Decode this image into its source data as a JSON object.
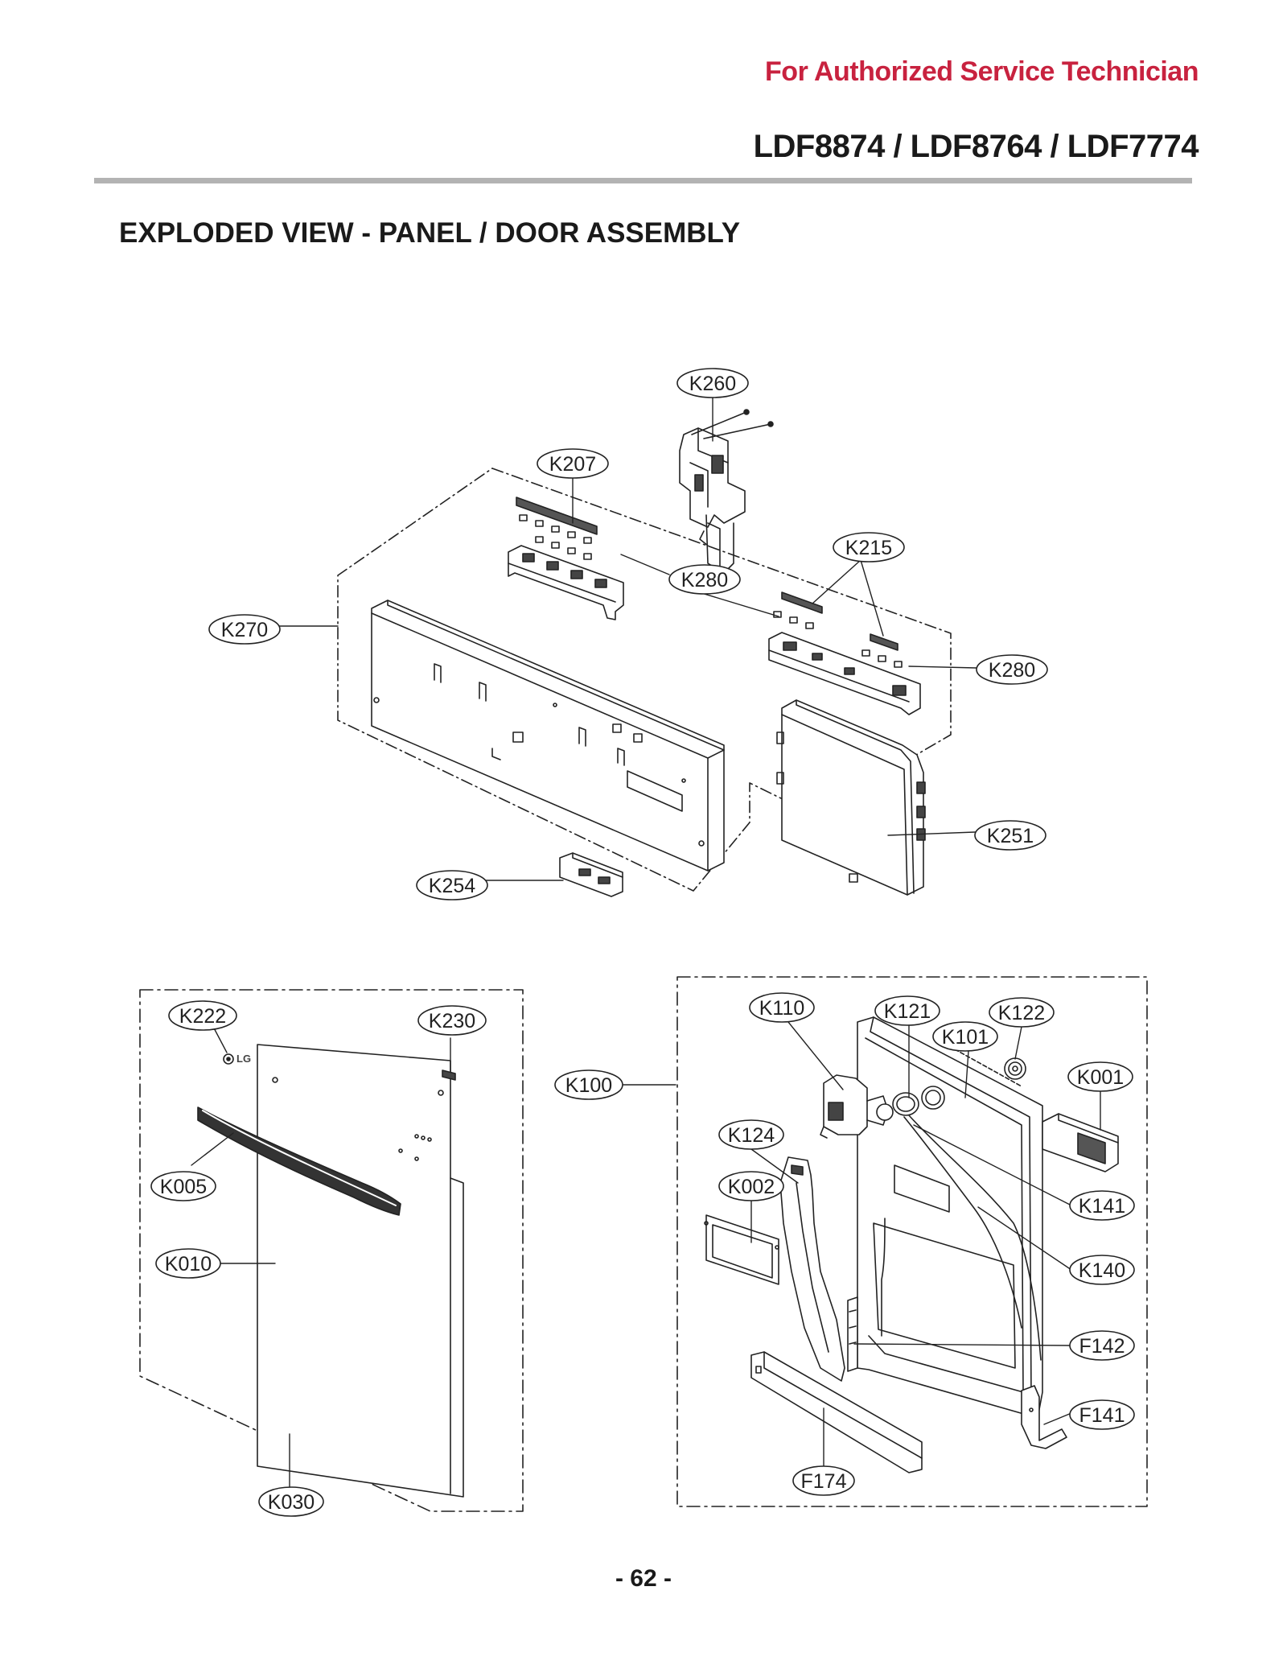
{
  "header": {
    "authorized": "For Authorized Service Technician",
    "models": "LDF8874 / LDF8764 / LDF7774"
  },
  "title": "EXPLODED VIEW - PANEL / DOOR ASSEMBLY",
  "page_number": "- 62 -",
  "logo_text": "LG",
  "labels": {
    "K260": "K260",
    "K207": "K207",
    "K215": "K215",
    "K280": "K280",
    "K270": "K270",
    "K251": "K251",
    "K254": "K254",
    "K222": "K222",
    "K230": "K230",
    "K005": "K005",
    "K010": "K010",
    "K030": "K030",
    "K100": "K100",
    "K110": "K110",
    "K121": "K121",
    "K122": "K122",
    "K101": "K101",
    "K001": "K001",
    "K124": "K124",
    "K002": "K002",
    "K141": "K141",
    "K140": "K140",
    "F142": "F142",
    "F141": "F141",
    "F174": "F174"
  }
}
